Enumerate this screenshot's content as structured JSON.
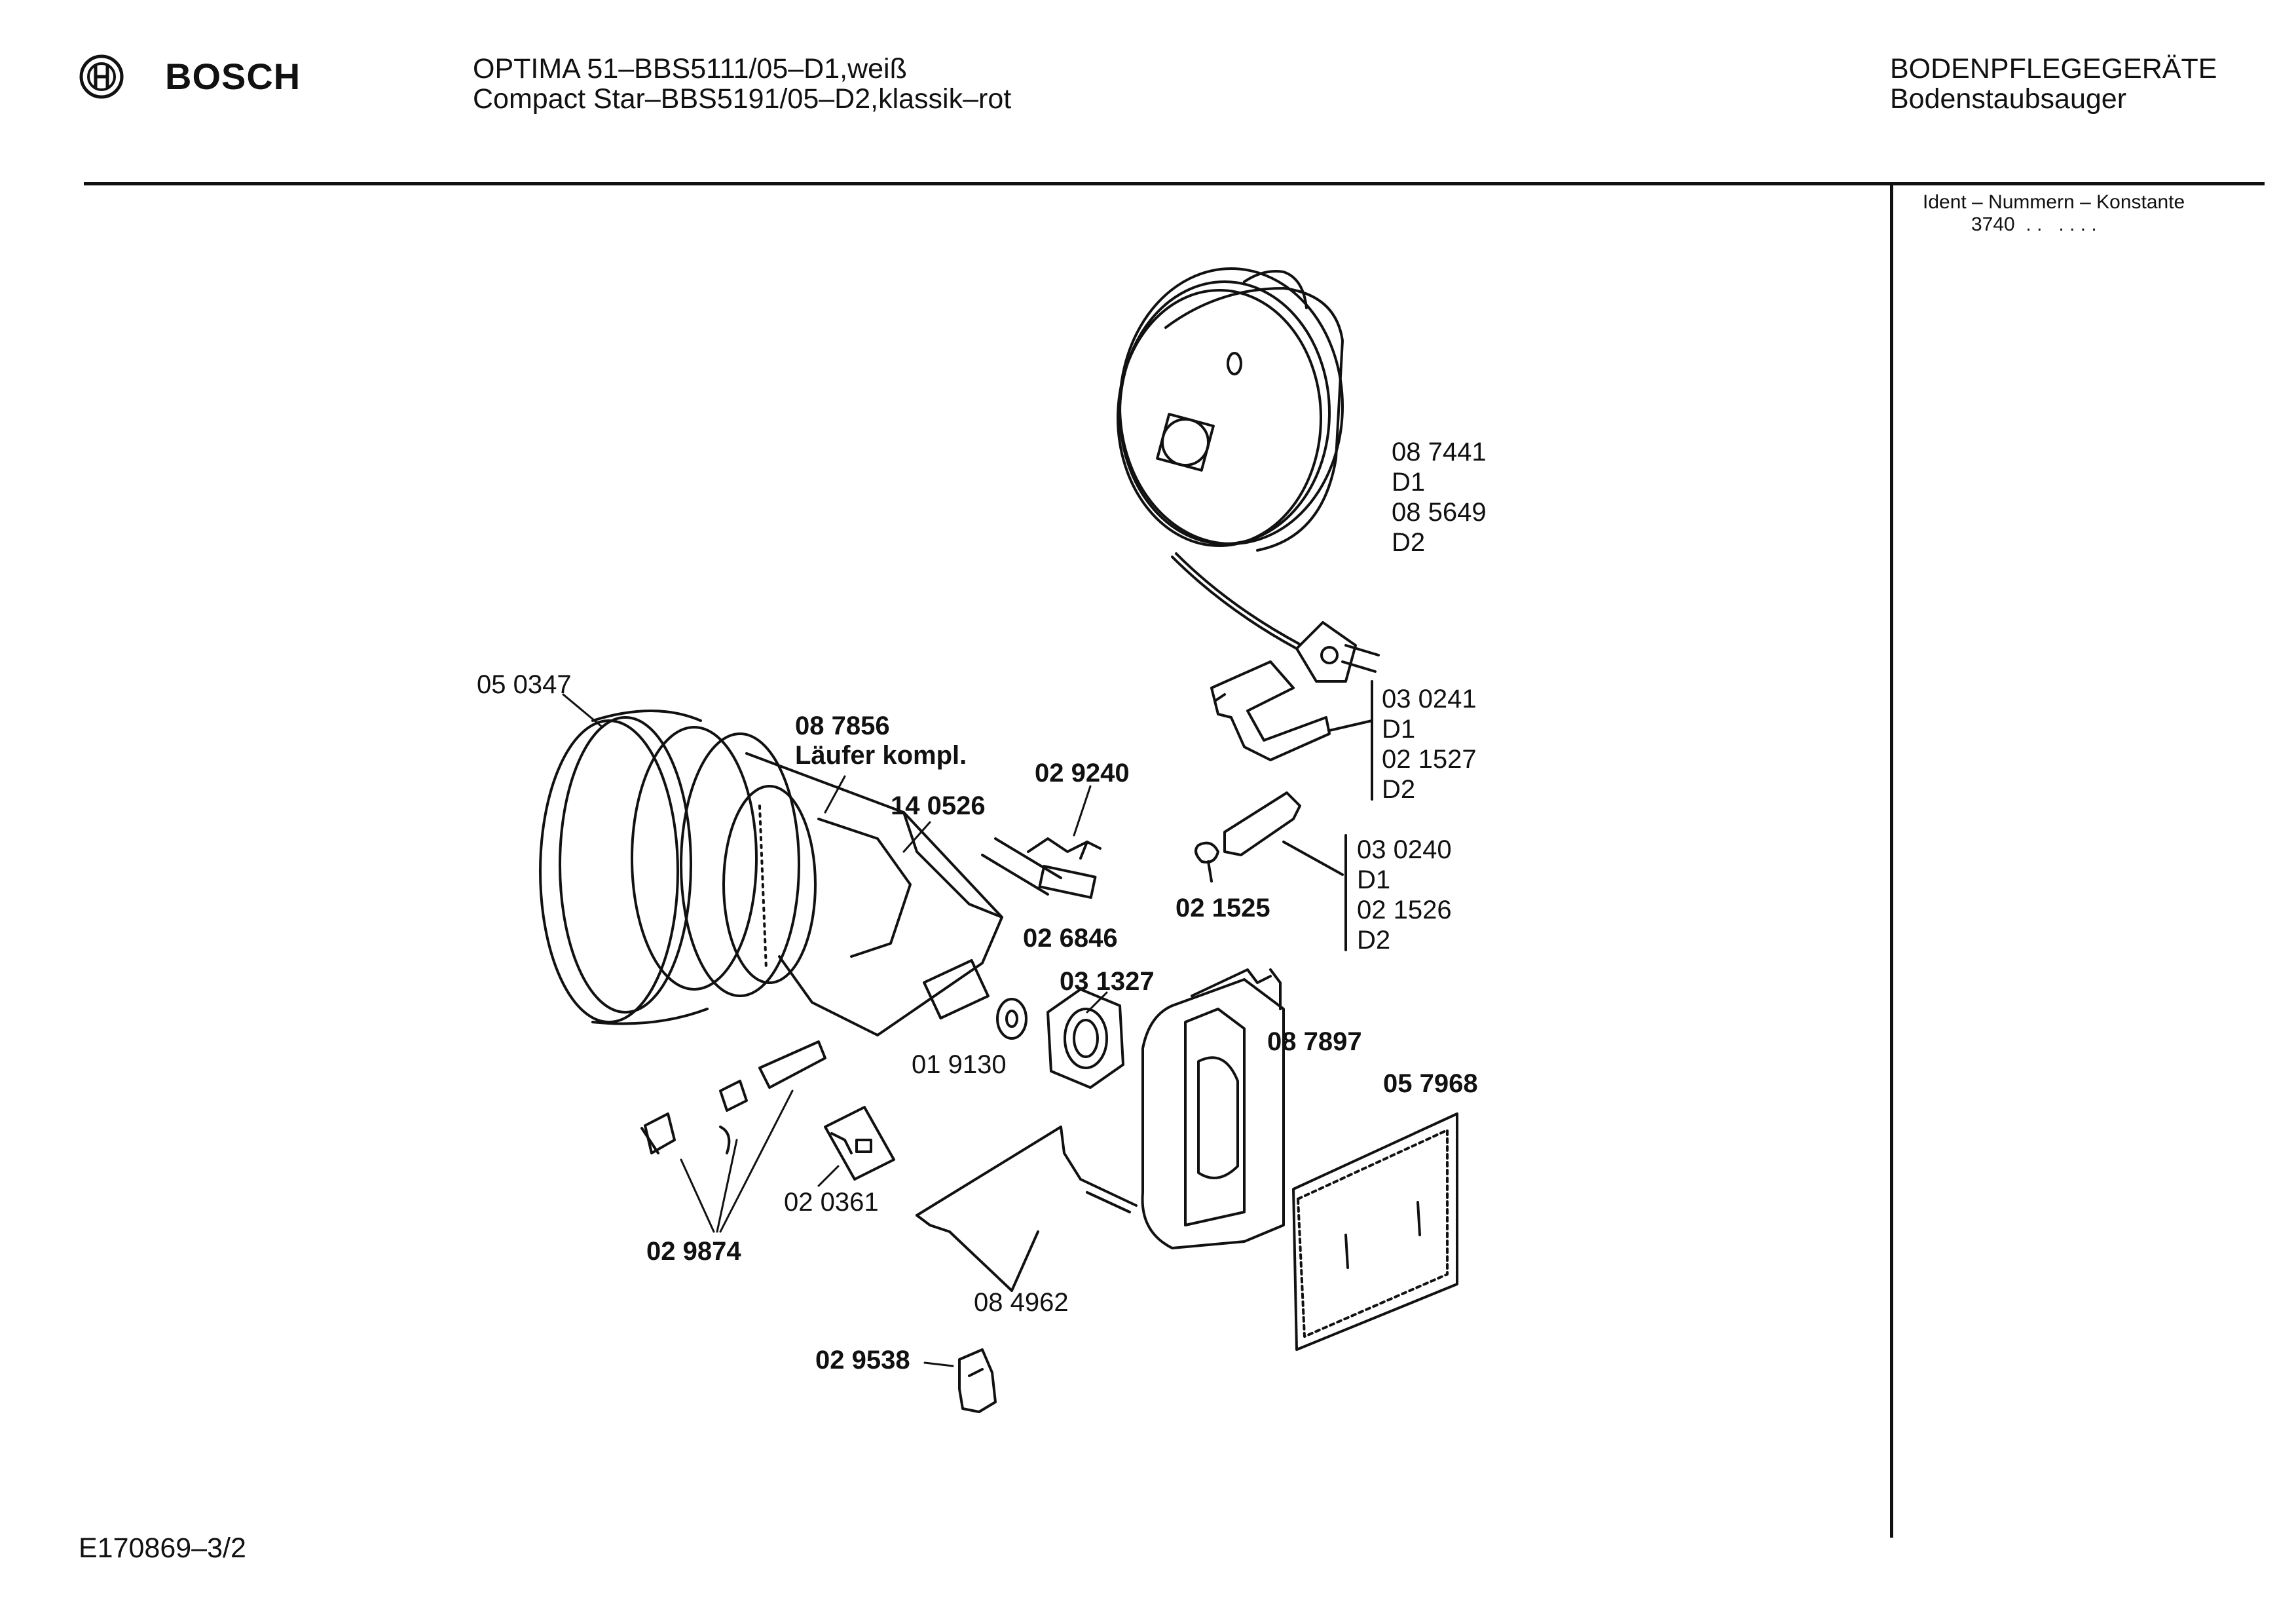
{
  "header": {
    "brand": "BOSCH",
    "model_line_1": "OPTIMA 51–BBS5111/05–D1,weiß",
    "model_line_2": "Compact Star–BBS5191/05–D2,klassik–rot",
    "category": "BODENPFLEGEGERÄTE",
    "subcategory": "Bodenstaubsauger"
  },
  "sidebar": {
    "ident_title": "Ident – Nummern – Konstante",
    "ident_value": "3740  . .   . . . ."
  },
  "footer": {
    "doc_id": "E170869–3/2"
  },
  "parts": {
    "cable_reel": [
      "08 7441",
      "D1",
      "08 5649",
      "D2"
    ],
    "bracket_top": [
      "03 0241",
      "D1",
      "02 1527",
      "D2"
    ],
    "bracket_mid": [
      "03 0240",
      "D1",
      "02 1526",
      "D2"
    ],
    "motor_ring": "05 0347",
    "rotor_no": "08 7856",
    "rotor_name": "Läufer kompl.",
    "motor_housing": "14 0526",
    "wire_clip": "02 9240",
    "carbon_brush": "02 6846",
    "spring_pin": "02 1525",
    "nut": "03 1327",
    "washer": "01 9130",
    "filter_frame": "08 7897",
    "filter": "05 7968",
    "brush_set": "02 9874",
    "circuit_board": "02 0361",
    "wire_bracket": "08 4962",
    "clip": "02 9538"
  }
}
